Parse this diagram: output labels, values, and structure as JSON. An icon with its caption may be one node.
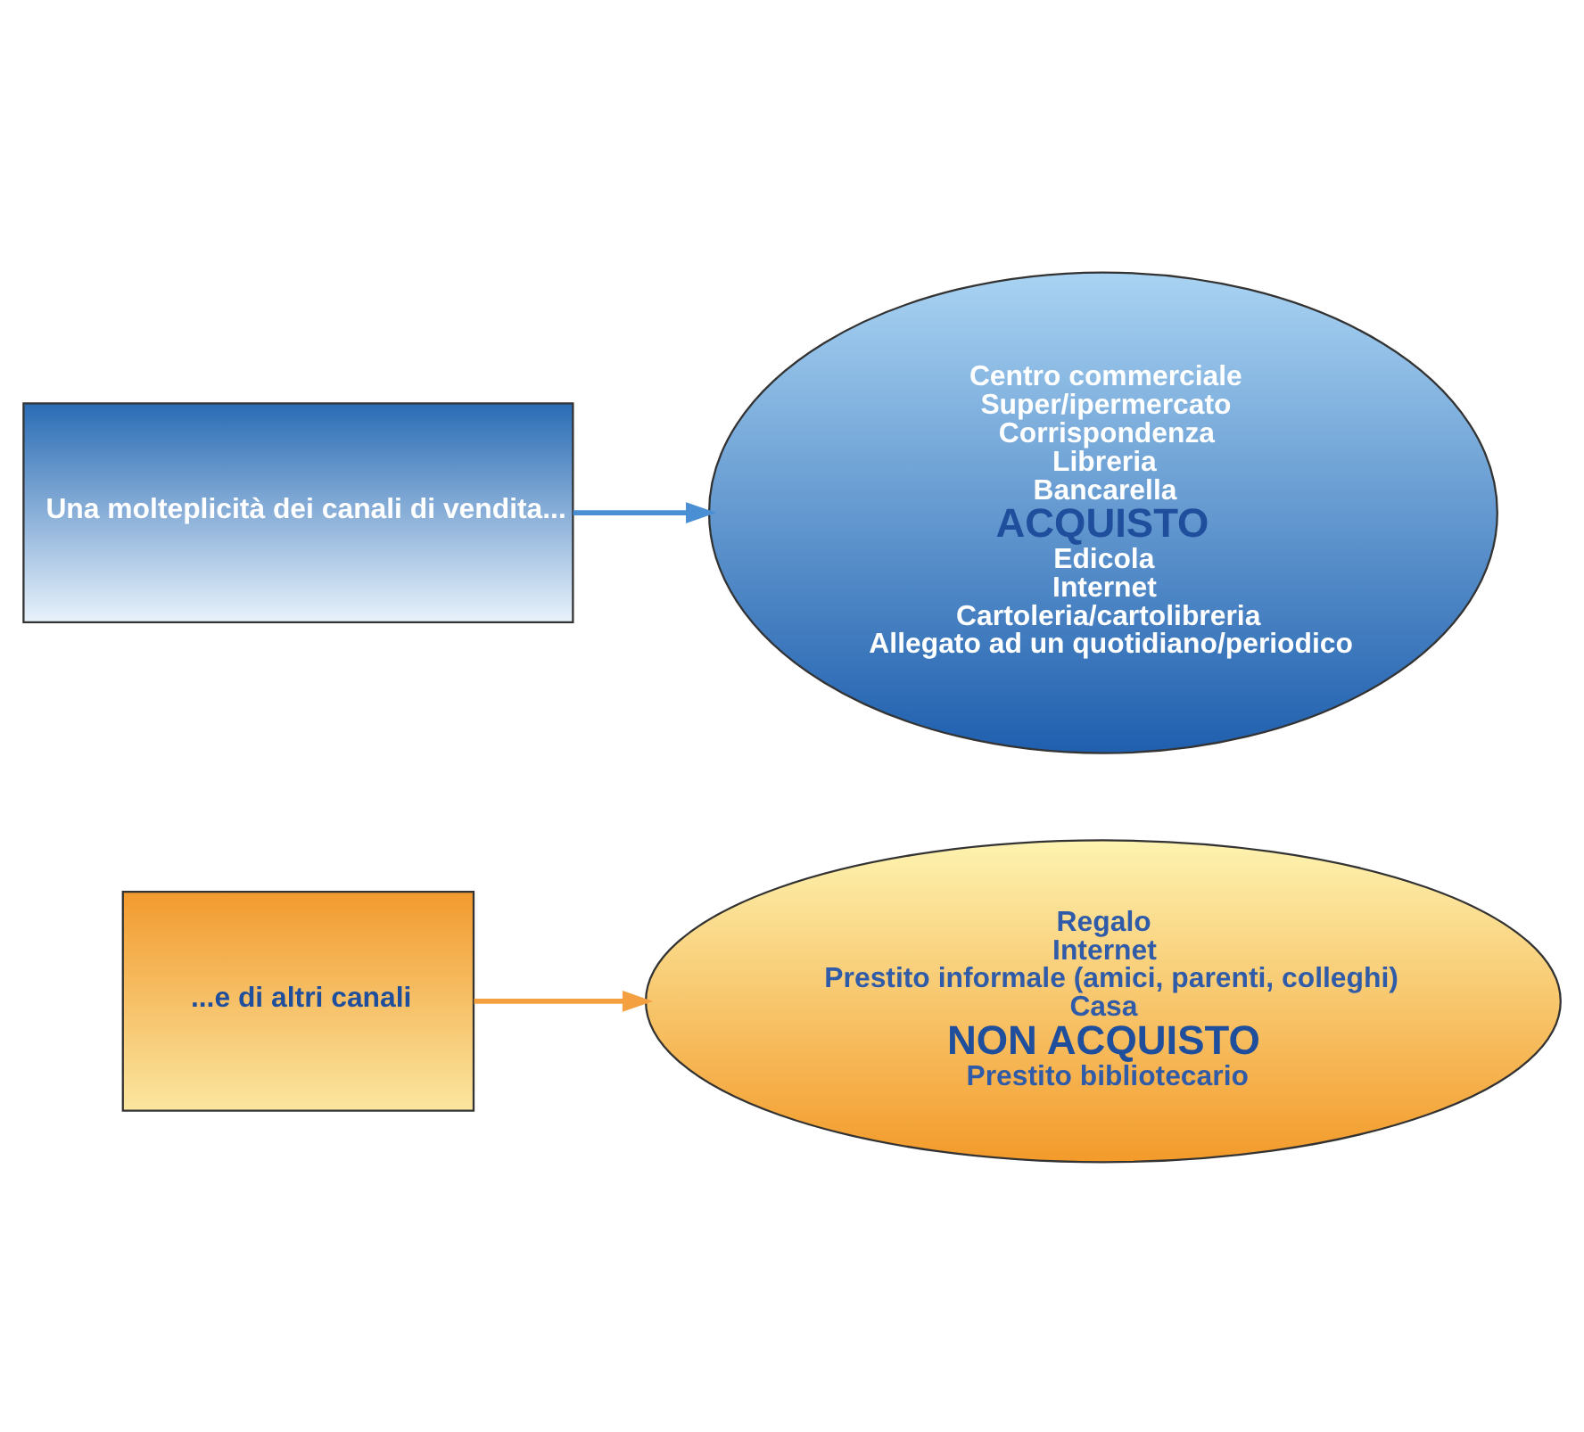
{
  "diagram": {
    "nodes": [
      {
        "text": [
          "Una molteplicità dei canali di vendita..."
        ]
      },
      {
        "text": [
          "Centro commerciale",
          "Super/ipermercato",
          "Corrispondenza",
          "Libreria",
          "Bancarella",
          "ACQUISTO",
          "Edicola",
          "Internet",
          "Cartoleria/cartolibreria",
          "Allegato ad un quotidiano/periodico"
        ]
      },
      {
        "text": [
          "...e di altri canali"
        ]
      },
      {
        "text": [
          "Regalo",
          "Internet",
          "Prestito informale (amici, parenti, colleghi)",
          "Casa",
          "NON ACQUISTO",
          "Prestito bibliotecario"
        ]
      }
    ],
    "edges": [
      {
        "from": 0,
        "to": 1,
        "arrow": "to"
      },
      {
        "from": 2,
        "to": 3,
        "arrow": "to",
        "color": "#f4a040"
      }
    ]
  }
}
